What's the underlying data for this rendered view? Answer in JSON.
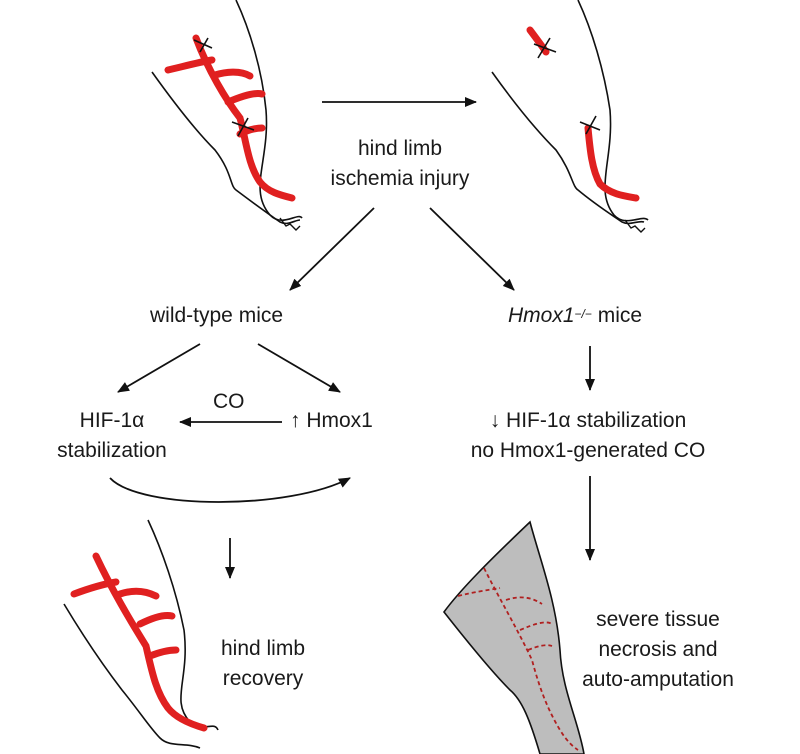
{
  "labels": {
    "injury_line1": "hind limb",
    "injury_line2": "ischemia injury",
    "wildtype": "wild-type mice",
    "mutant_gene": "Hmox1",
    "mutant_sup": "−/−",
    "mutant_suffix": " mice",
    "co": "CO",
    "hif_line1": "HIF-1α",
    "hif_line2": "stabilization",
    "hmox_up": "↑ Hmox1",
    "down_line1": "↓ HIF-1α stabilization",
    "down_line2": "no Hmox1-generated CO",
    "recovery_line1": "hind limb",
    "recovery_line2": "recovery",
    "necrosis_line1": "severe tissue",
    "necrosis_line2": "necrosis and",
    "necrosis_line3": "auto-amputation"
  },
  "colors": {
    "vessel": "#e02020",
    "outline": "#111111",
    "necrotic_fill": "#bdbdbd",
    "necrotic_vessel": "#b02020"
  }
}
